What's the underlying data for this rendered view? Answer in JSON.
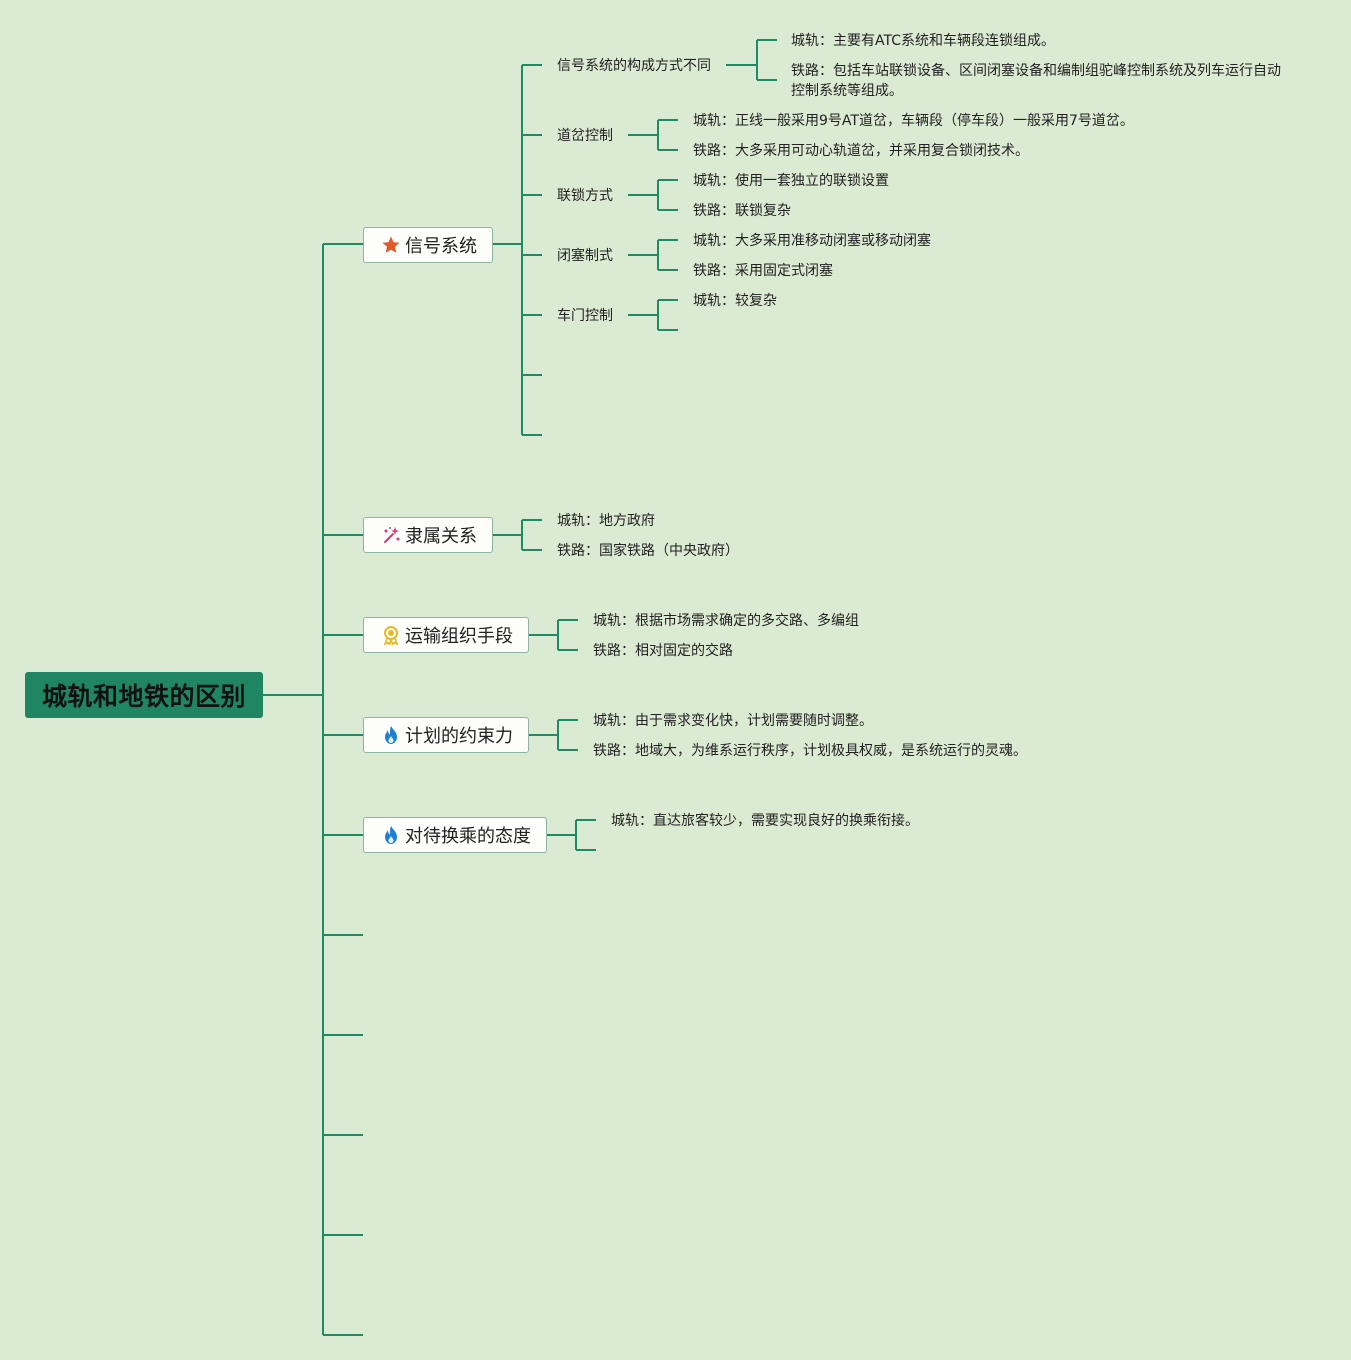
{
  "root": {
    "title": "城轨和地铁的区别"
  },
  "topics": [
    {
      "label": "信号系统",
      "icon": "star-icon"
    },
    {
      "label": "隶属关系",
      "icon": "sparkle-icon"
    },
    {
      "label": "运输组织手段",
      "icon": "award-icon"
    },
    {
      "label": "计划的约束力",
      "icon": "flame-icon"
    },
    {
      "label": "对待换乘的态度",
      "icon": "flame-icon"
    }
  ],
  "signal": {
    "subs": [
      {
        "label": "信号系统的构成方式不同",
        "children": [
          "城轨：主要有ATC系统和车辆段连锁组成。",
          "铁路：包括车站联锁设备、区间闭塞设备和编制组驼峰控制系统及列车运行自动",
          "控制系统等组成。"
        ]
      },
      {
        "label": "道岔控制",
        "children": [
          "城轨：正线一般采用9号AT道岔，车辆段（停车段）一般采用7号道岔。",
          "铁路：大多采用可动心轨道岔，并采用复合锁闭技术。"
        ]
      },
      {
        "label": "联锁方式",
        "children": [
          "城轨：使用一套独立的联锁设置",
          "铁路：联锁复杂"
        ]
      },
      {
        "label": "闭塞制式",
        "children": [
          "城轨：大多采用准移动闭塞或移动闭塞",
          "铁路：采用固定式闭塞"
        ]
      },
      {
        "label": "车门控制",
        "children": [
          "城轨：较复杂"
        ]
      }
    ]
  },
  "affiliation": {
    "children": [
      "城轨：地方政府",
      "铁路：国家铁路（中央政府）"
    ]
  },
  "transport": {
    "children": [
      "城轨：根据市场需求确定的多交路、多编组",
      "铁路：相对固定的交路"
    ]
  },
  "plan": {
    "children": [
      "城轨：由于需求变化快，计划需要随时调整。",
      "铁路：地域大，为维系运行秩序，计划极具权威，是系统运行的灵魂。"
    ]
  },
  "transfer": {
    "children": [
      "城轨：直达旅客较少，需要实现良好的换乘衔接。"
    ]
  },
  "colors": {
    "background": "#dbead2",
    "line": "#1e8a66",
    "root": "#208563",
    "topic_border": "#8db59f"
  }
}
